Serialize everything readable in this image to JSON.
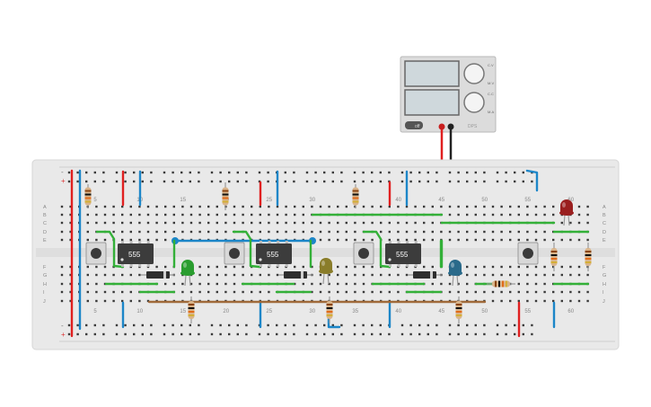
{
  "colors": {
    "breadboard": "#e9e9e9",
    "breadboard_edge": "#d6d6d6",
    "rail_red": "#e02020",
    "rail_blue": "#1c86c8",
    "wire_green": "#33b038",
    "wire_blue": "#1c86c8",
    "wire_brown": "#a06a3a",
    "wire_red": "#e02020",
    "wire_black": "#222222",
    "ic_body": "#3c3c3c",
    "led_green": "#2a9d2f",
    "led_yellow": "#8a7d2a",
    "led_blue": "#2a6a8a",
    "led_red": "#9a1f1f"
  },
  "power_supply": {
    "power_label": "off",
    "knob_top_labels": [
      "C.V",
      "M.V"
    ],
    "knob_bottom_labels": [
      "C.C",
      "M.A"
    ],
    "brand": "DPS",
    "button_icon": "power-switch-icon"
  },
  "breadboard": {
    "top_column_numbers": [
      "5",
      "10",
      "15",
      "20",
      "25",
      "30",
      "35",
      "40",
      "45",
      "50",
      "55",
      "60"
    ],
    "bottom_column_numbers": [
      "5",
      "10",
      "15",
      "20",
      "25",
      "30",
      "35",
      "40",
      "45",
      "50",
      "55",
      "60"
    ],
    "row_letters_top": [
      "A",
      "B",
      "C",
      "D",
      "E"
    ],
    "row_letters_bottom": [
      "F",
      "G",
      "H",
      "I",
      "J"
    ],
    "rail_signs": [
      "-",
      "+"
    ]
  },
  "ics": [
    {
      "label": "555"
    },
    {
      "label": "555"
    },
    {
      "label": "555"
    }
  ],
  "pushbutton_icon": "tactile-switch-icon",
  "led_icon": "led-icon",
  "resistor_icon": "resistor-icon",
  "diode_icon": "diode-icon"
}
